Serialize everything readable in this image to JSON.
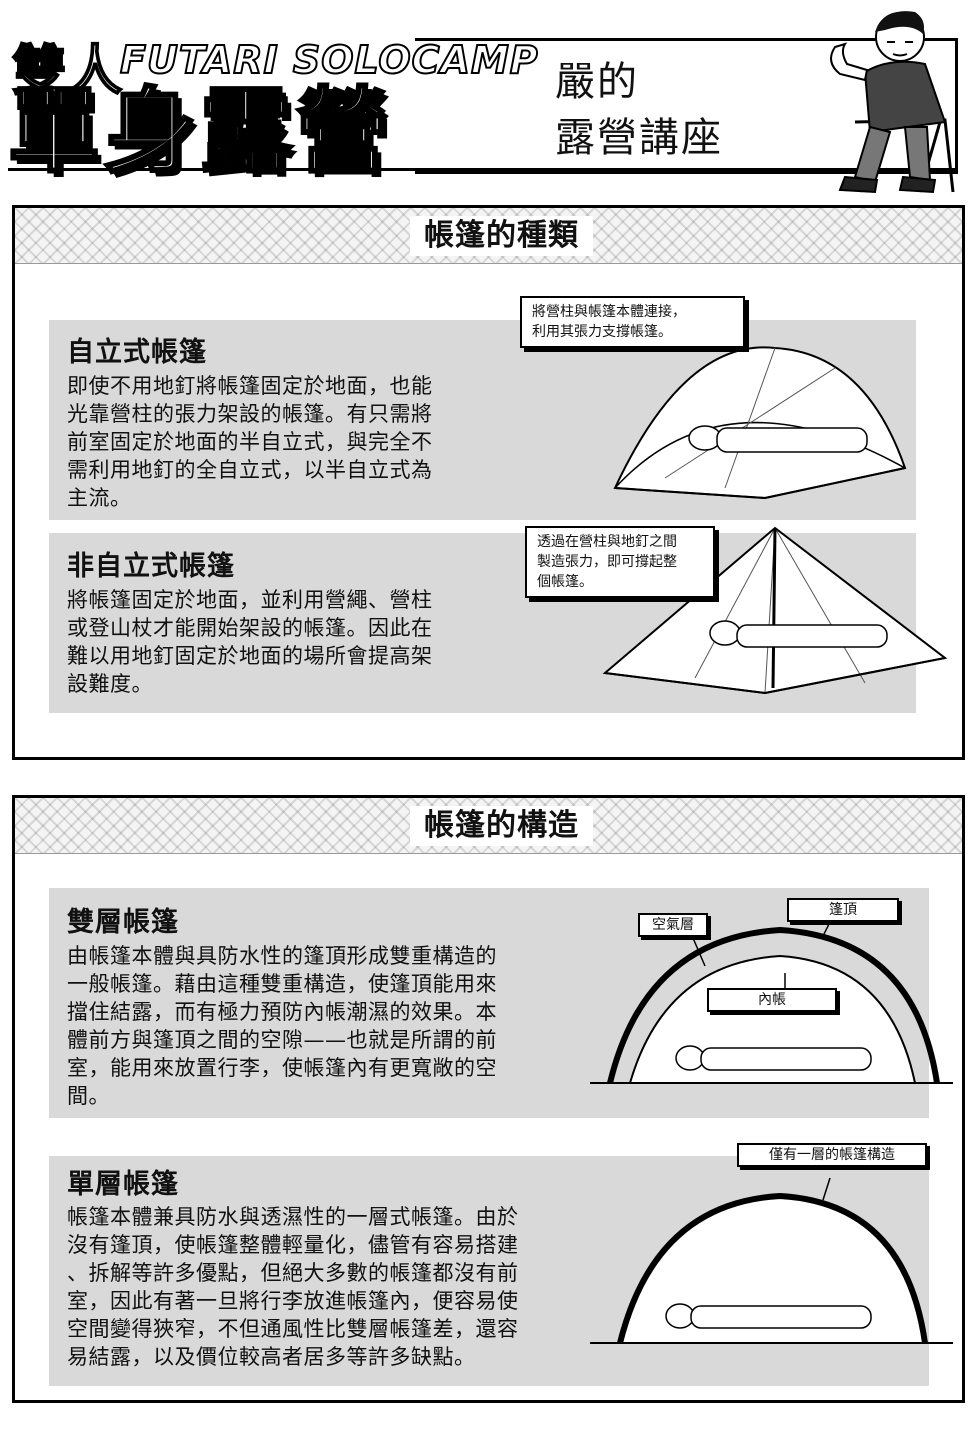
{
  "header": {
    "logo_small": "雙人",
    "logo_english": "FUTARI SOLOCAMP",
    "logo_main": "單身露營",
    "series_line1": "嚴的",
    "series_line2": "露營講座"
  },
  "section1": {
    "title": "帳篷的種類",
    "freestanding": {
      "heading": "自立式帳篷",
      "lines": [
        "即使不用地釘將帳篷固定於地面，也能",
        "光靠營柱的張力架設的帳篷。有只需將",
        "前室固定於地面的半自立式，與完全不",
        "需利用地釘的全自立式，以半自立式為",
        "主流。"
      ],
      "callout": [
        "將營柱與帳篷本體連接，",
        "利用其張力支撐帳篷。"
      ]
    },
    "non_freestanding": {
      "heading": "非自立式帳篷",
      "lines": [
        "將帳篷固定於地面，並利用營繩、營柱",
        "或登山杖才能開始架設的帳篷。因此在",
        "難以用地釘固定於地面的場所會提高架",
        "設難度。"
      ],
      "callout": [
        "透過在營柱與地釘之間",
        "製造張力，即可撐起整",
        "個帳篷。"
      ]
    }
  },
  "section2": {
    "title": "帳篷的構造",
    "double": {
      "heading": "雙層帳篷",
      "lines": [
        "由帳篷本體與具防水性的篷頂形成雙重構造的",
        "一般帳篷。藉由這種雙重構造，使篷頂能用來",
        "擋住結露，而有極力預防內帳潮濕的效果。本",
        "體前方與篷頂之間的空隙——也就是所謂的前",
        "室，能用來放置行李，使帳篷內有更寬敞的空",
        "間。"
      ],
      "label_air": "空氣層",
      "label_fly": "篷頂",
      "label_inner": "內帳"
    },
    "single": {
      "heading": "單層帳篷",
      "lines": [
        "帳篷本體兼具防水與透濕性的一層式帳篷。由於",
        "沒有篷頂，使帳篷整體輕量化，儘管有容易搭建",
        "、拆解等許多優點，但絕大多數的帳篷都沒有前",
        "室，因此有著一旦將行李放進帳篷內，便容易使",
        "空間變得狹窄，不但通風性比雙層帳篷差，還容",
        "易結露，以及價位較高者居多等許多缺點。"
      ],
      "label": "僅有一層的帳篷構造"
    }
  }
}
